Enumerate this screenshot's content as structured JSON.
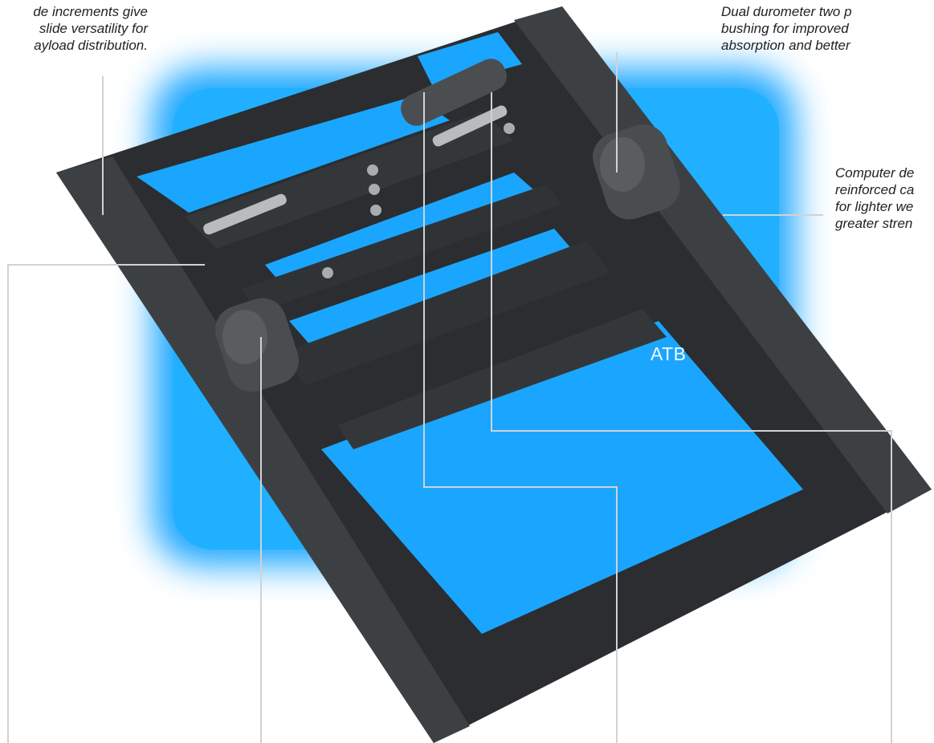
{
  "callouts": {
    "top_left": [
      "de increments give",
      "slide versatility for",
      "ayload distribution."
    ],
    "top_right": [
      "Dual durometer two p",
      "bushing for improved",
      "absorption and better"
    ],
    "mid_right": [
      "Computer de",
      "reinforced ca",
      "for lighter we",
      "greater stren"
    ]
  },
  "brand_mark": "ATB",
  "colors": {
    "glow": "#1aa6ff",
    "frame": "#3a3d40",
    "frame_dark": "#232527",
    "leader_line": "#cfd3d6",
    "text": "#222222"
  }
}
